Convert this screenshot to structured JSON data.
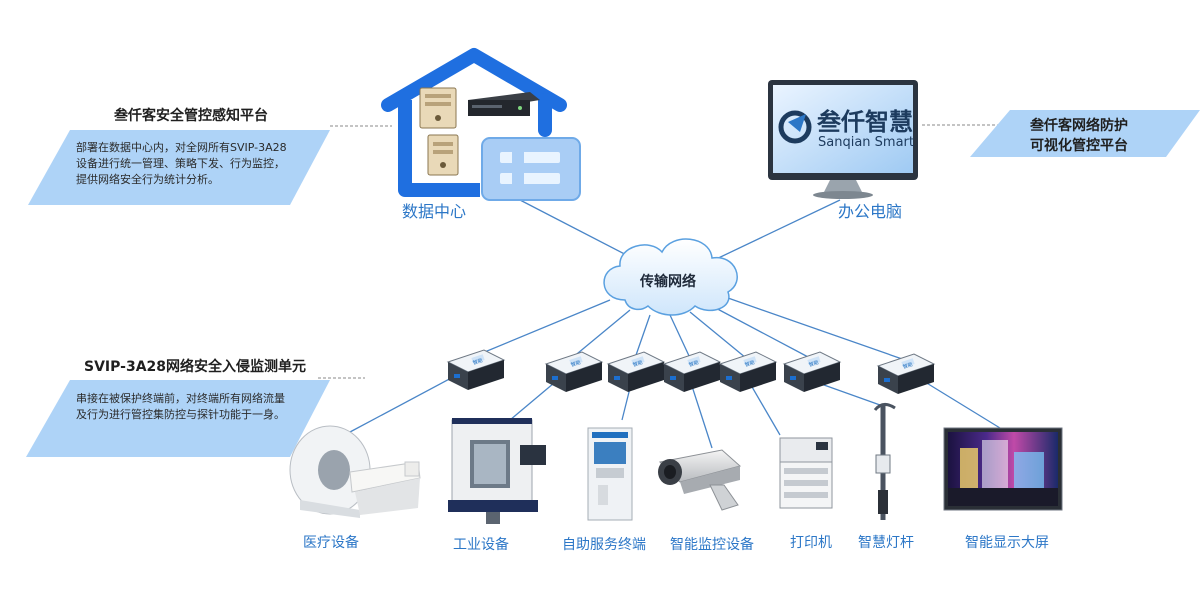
{
  "left_top": {
    "title": "叁仟客安全管控感知平台",
    "desc": [
      "部署在数据中心内，对全网所有SVIP-3A28",
      "设备进行统一管理、策略下发、行为监控，",
      "提供网络安全行为统计分析。"
    ]
  },
  "left_mid": {
    "title": "SVIP-3A28网络安全入侵监测单元",
    "desc": [
      "串接在被保护终端前，对终端所有网络流量",
      "及行为进行管控集防控与探针功能于一身。"
    ]
  },
  "right_top": {
    "lines": [
      "叁仟客网络防护",
      "可视化管控平台"
    ]
  },
  "nodes": {
    "datacenter": "数据中心",
    "pc": "办公电脑",
    "cloud": "传输网络"
  },
  "logo": {
    "name": "叁仟智慧",
    "sub": "Sanqian Smart"
  },
  "unit_label": "智能",
  "devices": [
    "医疗设备",
    "工业设备",
    "自助服务终端",
    "智能监控设备",
    "打印机",
    "智慧灯杆",
    "智能显示大屏"
  ],
  "colors": {
    "primary": "#2c77c7",
    "house": "#1f6fe0",
    "panel": "#aed3f7",
    "line": "#4a86c8"
  }
}
